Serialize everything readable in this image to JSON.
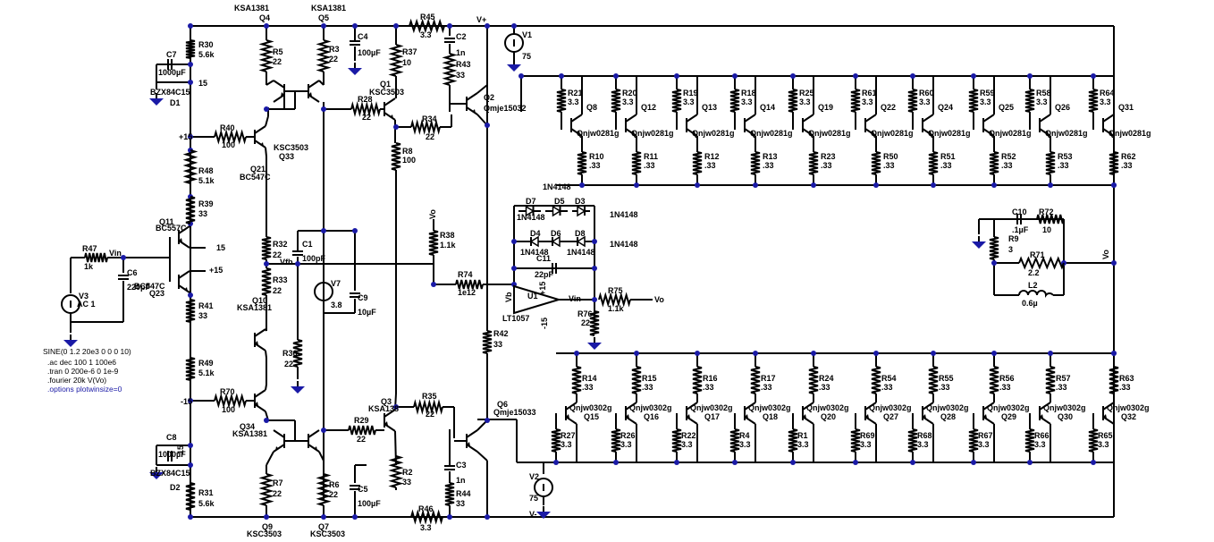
{
  "colors": {
    "wire": "#000000",
    "junction": "#1a1aa6",
    "ground": "#1a1aa6",
    "background": "#ffffff"
  },
  "labels": [
    {
      "id": "KSA1381_Q4",
      "text": "KSA1381"
    },
    {
      "id": "Q4",
      "text": "Q4"
    },
    {
      "id": "KSA1381_Q5",
      "text": "KSA1381"
    },
    {
      "id": "Q5",
      "text": "Q5"
    },
    {
      "id": "R45",
      "text": "R45"
    },
    {
      "id": "R45v",
      "text": "3.3"
    },
    {
      "id": "Vplus",
      "text": "V+"
    },
    {
      "id": "R30",
      "text": "R30"
    },
    {
      "id": "R30v",
      "text": "5.6k"
    },
    {
      "id": "R5",
      "text": "R5"
    },
    {
      "id": "R5v",
      "text": "22"
    },
    {
      "id": "R3",
      "text": "R3"
    },
    {
      "id": "R3v",
      "text": "22"
    },
    {
      "id": "C4",
      "text": "C4"
    },
    {
      "id": "C4v",
      "text": "100µF"
    },
    {
      "id": "R37",
      "text": "R37"
    },
    {
      "id": "R37v",
      "text": "10"
    },
    {
      "id": "C2",
      "text": "C2"
    },
    {
      "id": "C2v",
      "text": "1n"
    },
    {
      "id": "V1",
      "text": "V1"
    },
    {
      "id": "V1v",
      "text": "75"
    },
    {
      "id": "C7",
      "text": "C7"
    },
    {
      "id": "C7v",
      "text": "1000µF"
    },
    {
      "id": "p15a",
      "text": "15"
    },
    {
      "id": "R43",
      "text": "R43"
    },
    {
      "id": "R43v",
      "text": "33"
    },
    {
      "id": "BZX_D1",
      "text": "BZX84C15"
    },
    {
      "id": "D1",
      "text": "D1"
    },
    {
      "id": "Q1",
      "text": "Q1"
    },
    {
      "id": "KSC_Q1",
      "text": "KSC3503"
    },
    {
      "id": "R28",
      "text": "R28"
    },
    {
      "id": "R28v",
      "text": "22"
    },
    {
      "id": "Q2",
      "text": "Q2"
    },
    {
      "id": "Qmje15032",
      "text": "Qmje15032"
    },
    {
      "id": "R40",
      "text": "R40"
    },
    {
      "id": "R40v",
      "text": "100"
    },
    {
      "id": "p15b",
      "text": "+15"
    },
    {
      "id": "R34",
      "text": "R34"
    },
    {
      "id": "R34v",
      "text": "22"
    },
    {
      "id": "KSC_Q33",
      "text": "KSC3503"
    },
    {
      "id": "Q33",
      "text": "Q33"
    },
    {
      "id": "R8",
      "text": "R8"
    },
    {
      "id": "R8v",
      "text": "100"
    },
    {
      "id": "Q21",
      "text": "Q21"
    },
    {
      "id": "BC547C_a",
      "text": "BC547C"
    },
    {
      "id": "R48",
      "text": "R48"
    },
    {
      "id": "R48v",
      "text": "5.1k"
    },
    {
      "id": "R39",
      "text": "R39"
    },
    {
      "id": "R39v",
      "text": "33"
    },
    {
      "id": "Q11",
      "text": "Q11"
    },
    {
      "id": "BC557C",
      "text": "BC557C"
    },
    {
      "id": "p15c",
      "text": "15"
    },
    {
      "id": "R47",
      "text": "R47"
    },
    {
      "id": "R47v",
      "text": "1k"
    },
    {
      "id": "Vin",
      "text": "Vin"
    },
    {
      "id": "C6",
      "text": "C6"
    },
    {
      "id": "C6v",
      "text": "220pF"
    },
    {
      "id": "BC547C_b",
      "text": "BC547C"
    },
    {
      "id": "Q23",
      "text": "Q23"
    },
    {
      "id": "p15d",
      "text": "+15"
    },
    {
      "id": "R32",
      "text": "R32"
    },
    {
      "id": "R32v",
      "text": "22"
    },
    {
      "id": "C1",
      "text": "C1"
    },
    {
      "id": "C1v",
      "text": "100pF"
    },
    {
      "id": "Vfb",
      "text": "Vfb"
    },
    {
      "id": "R33",
      "text": "R33"
    },
    {
      "id": "R33v",
      "text": "22"
    },
    {
      "id": "V3",
      "text": "V3"
    },
    {
      "id": "V3v",
      "text": "AC 1"
    },
    {
      "id": "R41",
      "text": "R41"
    },
    {
      "id": "R41v",
      "text": "33"
    },
    {
      "id": "Q10",
      "text": "Q10"
    },
    {
      "id": "KSA1381_Q10",
      "text": "KSA1381"
    },
    {
      "id": "V7",
      "text": "V7"
    },
    {
      "id": "V7v",
      "text": "3.8"
    },
    {
      "id": "C9",
      "text": "C9"
    },
    {
      "id": "C9v",
      "text": "10µF"
    },
    {
      "id": "R38",
      "text": "R38"
    },
    {
      "id": "R38v",
      "text": "1.1k"
    },
    {
      "id": "Vo_a",
      "text": "Vo"
    },
    {
      "id": "R74",
      "text": "R74"
    },
    {
      "id": "R74v",
      "text": "1e12"
    },
    {
      "id": "R36",
      "text": "R36"
    },
    {
      "id": "R36v",
      "text": "22"
    },
    {
      "id": "R42",
      "text": "R42"
    },
    {
      "id": "R42v",
      "text": "33"
    },
    {
      "id": "R49",
      "text": "R49"
    },
    {
      "id": "R49v",
      "text": "5.1k"
    },
    {
      "id": "R70",
      "text": "R70"
    },
    {
      "id": "R70v",
      "text": "100"
    },
    {
      "id": "m15",
      "text": "-15"
    },
    {
      "id": "Q3",
      "text": "Q3"
    },
    {
      "id": "KSA138x",
      "text": "KSA138"
    },
    {
      "id": "R35",
      "text": "R35"
    },
    {
      "id": "R35v",
      "text": "22"
    },
    {
      "id": "Q6",
      "text": "Q6"
    },
    {
      "id": "Qmje15033",
      "text": "Qmje15033"
    },
    {
      "id": "Q34",
      "text": "Q34"
    },
    {
      "id": "KSA1381_Q34",
      "text": "KSA1381"
    },
    {
      "id": "R29",
      "text": "R29"
    },
    {
      "id": "R29v",
      "text": "22"
    },
    {
      "id": "C8",
      "text": "C8"
    },
    {
      "id": "C8v",
      "text": "1000µF"
    },
    {
      "id": "p15e",
      "text": "15"
    },
    {
      "id": "BZX_D2",
      "text": "BZX84C15"
    },
    {
      "id": "D2",
      "text": "D2"
    },
    {
      "id": "C3",
      "text": "C3"
    },
    {
      "id": "C3v",
      "text": "1n"
    },
    {
      "id": "R2",
      "text": "R2"
    },
    {
      "id": "R2v",
      "text": "33"
    },
    {
      "id": "R44",
      "text": "R44"
    },
    {
      "id": "R44v",
      "text": "33"
    },
    {
      "id": "V2",
      "text": "V2"
    },
    {
      "id": "V2v",
      "text": "75"
    },
    {
      "id": "Vminus",
      "text": "V-"
    },
    {
      "id": "R7",
      "text": "R7"
    },
    {
      "id": "R7v",
      "text": "22"
    },
    {
      "id": "R6",
      "text": "R6"
    },
    {
      "id": "R6v",
      "text": "22"
    },
    {
      "id": "C5",
      "text": "C5"
    },
    {
      "id": "C5v",
      "text": "100µF"
    },
    {
      "id": "R31",
      "text": "R31"
    },
    {
      "id": "R31v",
      "text": "5.6k"
    },
    {
      "id": "R46",
      "text": "R46"
    },
    {
      "id": "R46v",
      "text": "3.3"
    },
    {
      "id": "Q9",
      "text": "Q9"
    },
    {
      "id": "KSC_Q9",
      "text": "KSC3503"
    },
    {
      "id": "Q7",
      "text": "Q7"
    },
    {
      "id": "KSC_Q7",
      "text": "KSC3503"
    },
    {
      "id": "D7",
      "text": "D7"
    },
    {
      "id": "D5",
      "text": "D5"
    },
    {
      "id": "D3",
      "text": "D3"
    },
    {
      "id": "n4148top",
      "text": "1N4148"
    },
    {
      "id": "D7v",
      "text": "1N4148"
    },
    {
      "id": "n4148r1",
      "text": "1N4148"
    },
    {
      "id": "D4",
      "text": "D4"
    },
    {
      "id": "D6",
      "text": "D6"
    },
    {
      "id": "D8",
      "text": "D8"
    },
    {
      "id": "n4148r2",
      "text": "1N4148"
    },
    {
      "id": "D4v",
      "text": "1N4148"
    },
    {
      "id": "D8v",
      "text": "1N4148"
    },
    {
      "id": "C11",
      "text": "C11"
    },
    {
      "id": "C11v",
      "text": "22pF"
    },
    {
      "id": "Vb",
      "text": "Vb"
    },
    {
      "id": "U1",
      "text": "U1"
    },
    {
      "id": "plus15",
      "text": "+15"
    },
    {
      "id": "minus15",
      "text": "-15"
    },
    {
      "id": "Vin_u",
      "text": "Vin"
    },
    {
      "id": "LT1057",
      "text": "LT1057"
    },
    {
      "id": "R75",
      "text": "R75"
    },
    {
      "id": "R75v",
      "text": "1.1k"
    },
    {
      "id": "Vo_b",
      "text": "Vo"
    },
    {
      "id": "R76",
      "text": "R76"
    },
    {
      "id": "R76v",
      "text": "22"
    },
    {
      "id": "C10",
      "text": "C10"
    },
    {
      "id": "C10v",
      "text": ".1µF"
    },
    {
      "id": "R72",
      "text": "R72"
    },
    {
      "id": "R72v",
      "text": "10"
    },
    {
      "id": "R9",
      "text": "R9"
    },
    {
      "id": "R9v",
      "text": "3"
    },
    {
      "id": "R71",
      "text": "R71"
    },
    {
      "id": "R71v",
      "text": "2.2"
    },
    {
      "id": "L2",
      "text": "L2"
    },
    {
      "id": "L2v",
      "text": "0.6µ"
    },
    {
      "id": "Vo_c",
      "text": "Vo"
    }
  ],
  "npn_outputs": [
    {
      "r_top": "R21",
      "q": "Q8",
      "r_e": "R10"
    },
    {
      "r_top": "R20",
      "q": "Q12",
      "r_e": "R11"
    },
    {
      "r_top": "R19",
      "q": "Q13",
      "r_e": "R12"
    },
    {
      "r_top": "R18",
      "q": "Q14",
      "r_e": "R13"
    },
    {
      "r_top": "R25",
      "q": "Q19",
      "r_e": "R23"
    },
    {
      "r_top": "R61",
      "q": "Q22",
      "r_e": "R50"
    },
    {
      "r_top": "R60",
      "q": "Q24",
      "r_e": "R51"
    },
    {
      "r_top": "R59",
      "q": "Q25",
      "r_e": "R52"
    },
    {
      "r_top": "R58",
      "q": "Q26",
      "r_e": "R53"
    },
    {
      "r_top": "R64",
      "q": "Q31",
      "r_e": "R62"
    }
  ],
  "npn_part": "Qnjw0281g",
  "npn_rtop_value": "3.3",
  "npn_re_value": ".33",
  "pnp_outputs": [
    {
      "r_e": "R14",
      "q": "Q15",
      "r_b": "R27"
    },
    {
      "r_e": "R15",
      "q": "Q16",
      "r_b": "R26"
    },
    {
      "r_e": "R16",
      "q": "Q17",
      "r_b": "R22"
    },
    {
      "r_e": "R17",
      "q": "Q18",
      "r_b": "R4"
    },
    {
      "r_e": "R24",
      "q": "Q20",
      "r_b": "R1"
    },
    {
      "r_e": "R54",
      "q": "Q27",
      "r_b": "R69"
    },
    {
      "r_e": "R55",
      "q": "Q28",
      "r_b": "R68"
    },
    {
      "r_e": "R56",
      "q": "Q29",
      "r_b": "R67"
    },
    {
      "r_e": "R57",
      "q": "Q30",
      "r_b": "R66"
    },
    {
      "r_e": "R63",
      "q": "Q32",
      "r_b": "R65"
    }
  ],
  "pnp_part": "Qnjw0302g",
  "pnp_re_value": ".33",
  "pnp_rb_value": "3.3",
  "directives": [
    "SINE(0 1.2 20e3 0 0 0 10)",
    ".ac dec 100 1 100e6",
    ".tran 0 200e-6 0 1e-9",
    ".fourier 20k V(Vo)",
    ".options plotwinsize=0"
  ]
}
